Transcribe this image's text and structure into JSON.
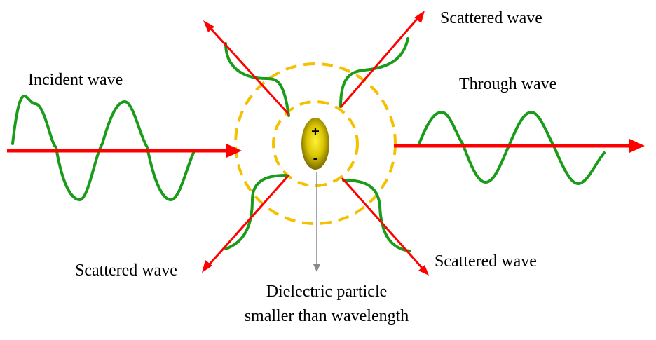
{
  "labels": {
    "incident": "Incident wave",
    "through": "Through wave",
    "scattered_top_right": "Scattered wave",
    "scattered_bottom_left": "Scattered wave",
    "scattered_bottom_right": "Scattered wave",
    "particle_line1": "Dielectric particle",
    "particle_line2": "smaller than wavelength"
  },
  "particle": {
    "plus": "+",
    "minus": "-"
  },
  "colors": {
    "arrow": "#ff0000",
    "wave": "#1a9b1a",
    "ring": "#f5c000",
    "particle_light": "#fff23a",
    "particle_dark": "#8a7d00",
    "pointer": "#8a8a8a"
  }
}
